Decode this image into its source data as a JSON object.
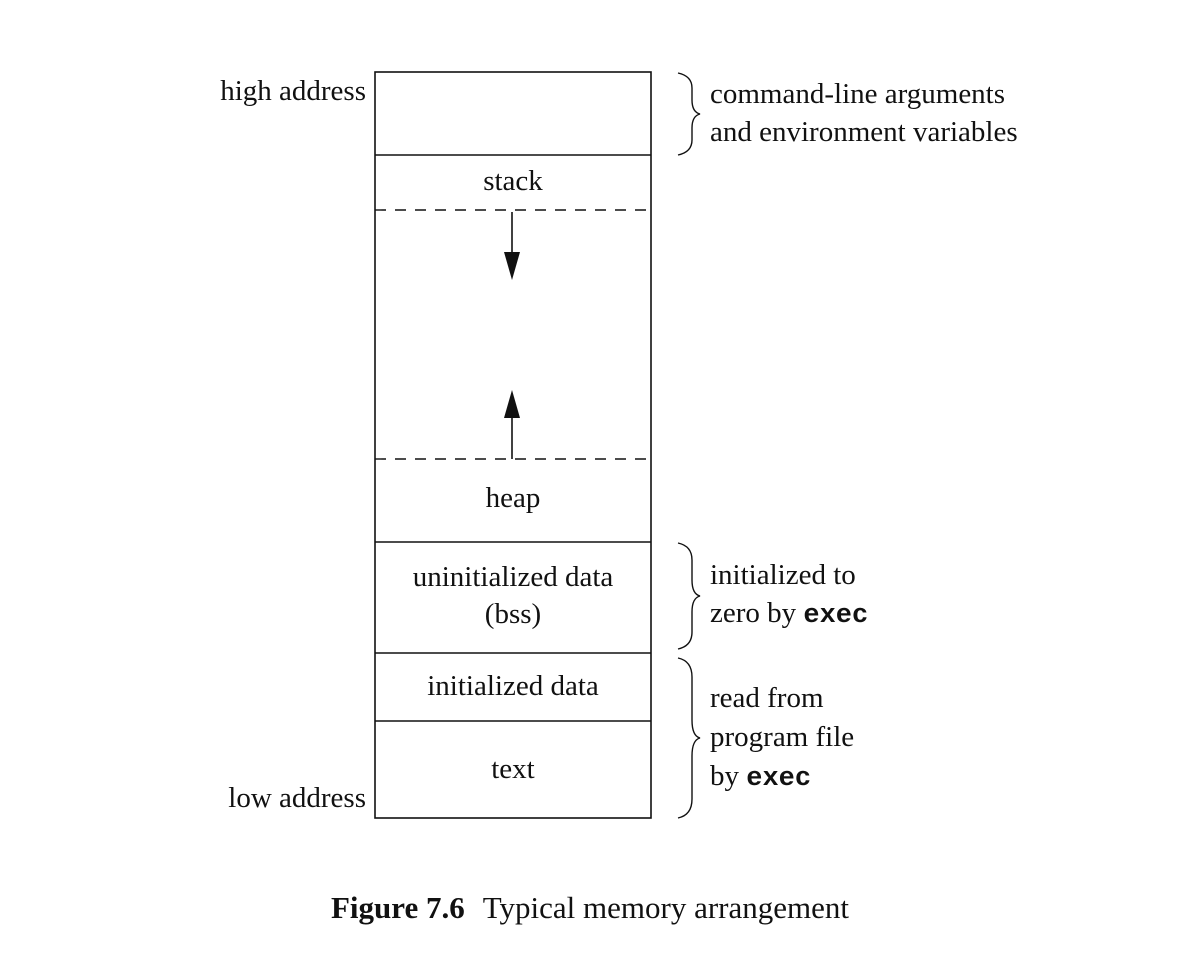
{
  "address_labels": {
    "high": "high address",
    "low": "low address"
  },
  "segments": {
    "stack": "stack",
    "heap": "heap",
    "bss_line1": "uninitialized data",
    "bss_line2": "(bss)",
    "initialized_data": "initialized data",
    "text": "text"
  },
  "annotations": {
    "args": {
      "line1": "command-line arguments",
      "line2": "and environment variables"
    },
    "bss": {
      "line1": "initialized to",
      "line2_prefix": "zero by ",
      "line2_code": "exec"
    },
    "program_file": {
      "line1": "read from",
      "line2": "program file",
      "line3_prefix": "by ",
      "line3_code": "exec"
    }
  },
  "caption": {
    "figure_number": "Figure 7.6",
    "title": "Typical memory arrangement"
  },
  "arrows": {
    "stack_growth": "down",
    "heap_growth": "up"
  }
}
